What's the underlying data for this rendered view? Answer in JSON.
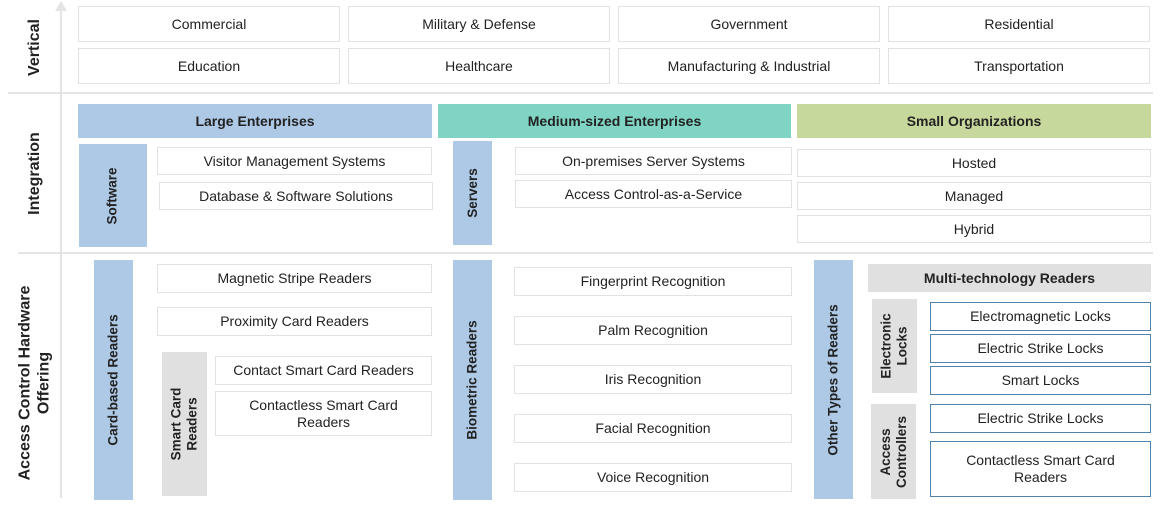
{
  "rows": {
    "vertical": "Vertical",
    "integration": "Integration",
    "hardware_line1": "Access Control Hardware",
    "hardware_line2": "Offering"
  },
  "vertical": {
    "items": [
      "Commercial",
      "Military & Defense",
      "Government",
      "Residential",
      "Education",
      "Healthcare",
      "Manufacturing & Industrial",
      "Transportation"
    ]
  },
  "integration": {
    "large": {
      "header": "Large Enterprises",
      "side": "Software",
      "items": [
        "Visitor Management Systems",
        "Database & Software Solutions"
      ]
    },
    "medium": {
      "header": "Medium-sized Enterprises",
      "side": "Servers",
      "items": [
        "On-premises Server Systems",
        "Access Control-as-a-Service"
      ]
    },
    "small": {
      "header": "Small Organizations",
      "items": [
        "Hosted",
        "Managed",
        "Hybrid"
      ]
    }
  },
  "hardware": {
    "card": {
      "side": "Card-based Readers",
      "items": [
        "Magnetic Stripe Readers",
        "Proximity Card Readers"
      ],
      "smart": {
        "side_line1": "Smart Card",
        "side_line2": "Readers",
        "items": [
          "Contact Smart Card Readers",
          "Contactless Smart Card Readers"
        ]
      }
    },
    "biometric": {
      "side": "Biometric Readers",
      "items": [
        "Fingerprint Recognition",
        "Palm Recognition",
        "Iris Recognition",
        "Facial Recognition",
        "Voice Recognition"
      ]
    },
    "other": {
      "side": "Other Types of Readers",
      "multi": "Multi-technology Readers",
      "locks": {
        "side_line1": "Electronic",
        "side_line2": "Locks",
        "items": [
          "Electromagnetic Locks",
          "Electric Strike Locks",
          "Smart Locks"
        ]
      },
      "controllers": {
        "side_line1": "Access",
        "side_line2": "Controllers",
        "items": [
          "Electric Strike Locks",
          "Contactless Smart Card Readers"
        ]
      }
    }
  },
  "colors": {
    "blue": "#adc9e6",
    "teal": "#80d4c4",
    "green": "#c7d89c",
    "gray": "#e0e0e0",
    "lock_border": "#4f82ad"
  }
}
